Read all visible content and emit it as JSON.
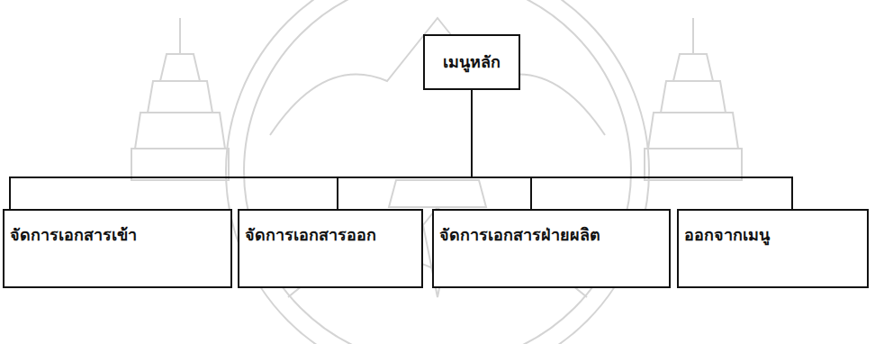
{
  "diagram": {
    "nodes": [
      {
        "text": [
          "เมนูหลัก"
        ]
      },
      {
        "text": [
          "จัดการเอกสารเข้า"
        ]
      },
      {
        "text": [
          "จัดการเอกสารออก"
        ]
      },
      {
        "text": [
          "จัดการเอกสารฝ่ายผลิต"
        ]
      },
      {
        "text": [
          "ออกจากเมนู"
        ]
      }
    ],
    "edges": [
      {
        "from": 0,
        "to": 1,
        "arrow": "none"
      },
      {
        "from": 0,
        "to": 2,
        "arrow": "none"
      },
      {
        "from": 0,
        "to": 3,
        "arrow": "none"
      },
      {
        "from": 0,
        "to": 4,
        "arrow": "none"
      }
    ]
  }
}
